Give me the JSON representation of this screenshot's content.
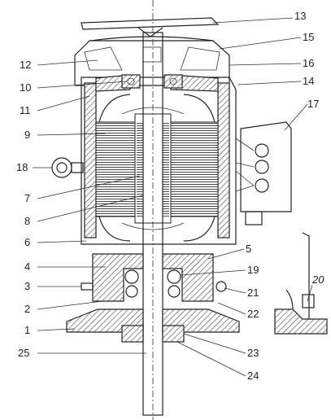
{
  "callouts": [
    {
      "id": "1",
      "text": "1"
    },
    {
      "id": "2",
      "text": "2"
    },
    {
      "id": "3",
      "text": "3"
    },
    {
      "id": "4",
      "text": "4"
    },
    {
      "id": "5",
      "text": "5"
    },
    {
      "id": "6",
      "text": "6"
    },
    {
      "id": "7",
      "text": "7"
    },
    {
      "id": "8",
      "text": "8"
    },
    {
      "id": "9",
      "text": "9"
    },
    {
      "id": "10",
      "text": "10"
    },
    {
      "id": "11",
      "text": "11"
    },
    {
      "id": "12",
      "text": "12"
    },
    {
      "id": "13",
      "text": "13"
    },
    {
      "id": "14",
      "text": "14"
    },
    {
      "id": "15",
      "text": "15"
    },
    {
      "id": "16",
      "text": "16"
    },
    {
      "id": "17",
      "text": "17"
    },
    {
      "id": "18",
      "text": "18"
    },
    {
      "id": "19",
      "text": "19"
    },
    {
      "id": "20",
      "text": "20"
    },
    {
      "id": "21",
      "text": "21"
    },
    {
      "id": "22",
      "text": "22"
    },
    {
      "id": "23",
      "text": "23"
    },
    {
      "id": "24",
      "text": "24"
    },
    {
      "id": "25",
      "text": "25"
    }
  ],
  "colors": {
    "line": "#222222",
    "background": "#ffffff"
  }
}
